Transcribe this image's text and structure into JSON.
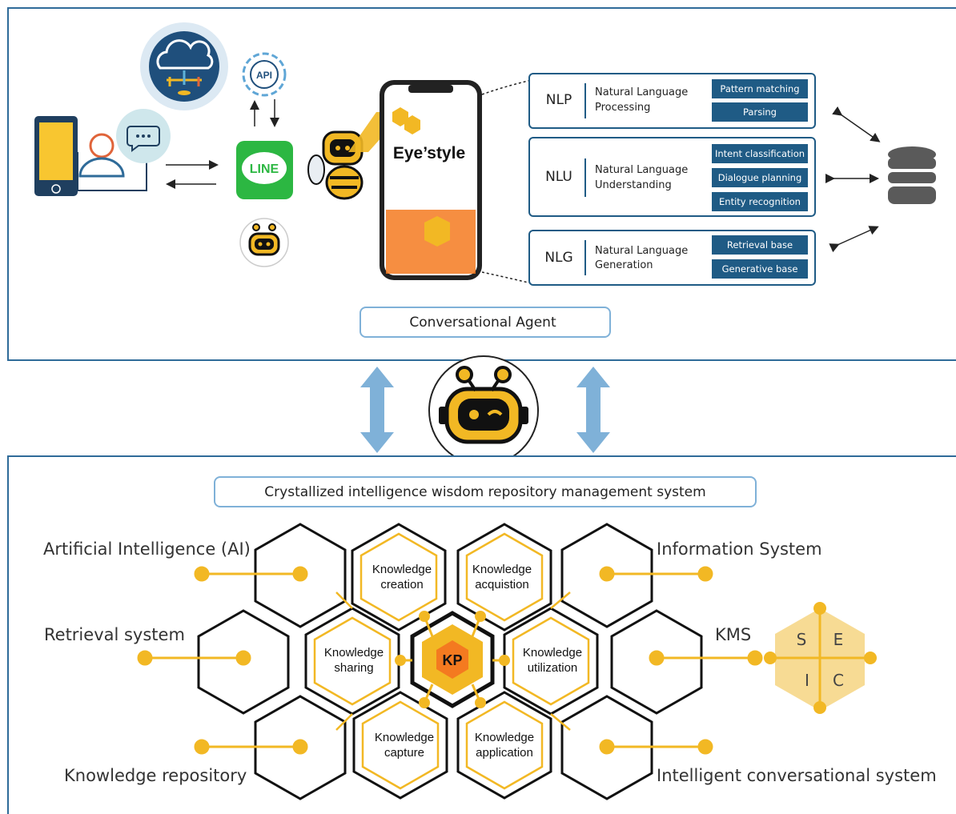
{
  "top": {
    "agent_label": "Conversational Agent",
    "line_label": "LINE",
    "api_label": "API",
    "phone_title": "Eye’style",
    "modules": [
      {
        "abbr": "NLP",
        "line1": "Natural Language",
        "line2": "Processing",
        "tags": [
          "Pattern matching",
          "Parsing"
        ]
      },
      {
        "abbr": "NLU",
        "line1": "Natural Language",
        "line2": "Understanding",
        "tags": [
          "Intent classification",
          "Dialogue planning",
          "Entity recognition"
        ]
      },
      {
        "abbr": "NLG",
        "line1": "Natural Language",
        "line2": "Generation",
        "tags": [
          "Retrieval base",
          "Generative base"
        ]
      }
    ]
  },
  "bottom": {
    "title": "Crystallized intelligence wisdom repository management system",
    "center": "KP",
    "knowledge": [
      {
        "l1": "Knowledge",
        "l2": "creation"
      },
      {
        "l1": "Knowledge",
        "l2": "acquistion"
      },
      {
        "l1": "Knowledge",
        "l2": "sharing"
      },
      {
        "l1": "Knowledge",
        "l2": "utilization"
      },
      {
        "l1": "Knowledge",
        "l2": "capture"
      },
      {
        "l1": "Knowledge",
        "l2": "application"
      }
    ],
    "side_labels": {
      "ai": "Artificial Intelligence (AI)",
      "retrieval": "Retrieval system",
      "repository": "Knowledge repository",
      "info": "Information System",
      "kms": "KMS",
      "ics": "Intelligent conversational system"
    },
    "seci": [
      "S",
      "E",
      "I",
      "C"
    ]
  },
  "colors": {
    "accent": "#f2b824",
    "navy": "#1f5b85",
    "orange": "#f47a20",
    "arrow_blue": "#7fb1d8"
  }
}
